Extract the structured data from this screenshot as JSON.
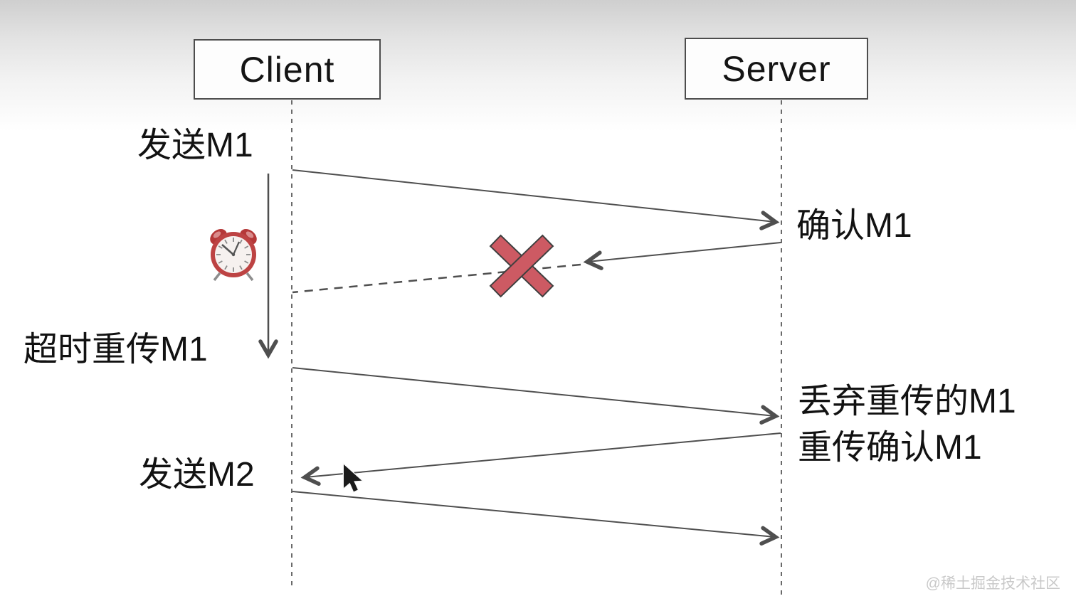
{
  "diagram_type": "sequence-diagram",
  "topic": "TCP timeout retransmission of message M1",
  "actors": [
    {
      "name": "Client"
    },
    {
      "name": "Server"
    }
  ],
  "labels": {
    "send_m1": "发送M1",
    "ack_m1": "确认M1",
    "timeout_retransmit_m1": "超时重传M1",
    "discard_retransmit_m1": "丢弃重传的M1",
    "retransmit_ack_m1": "重传确认M1",
    "send_m2": "发送M2"
  },
  "messages": [
    {
      "from": "Client",
      "to": "Server",
      "label": "发送M1",
      "line_style": "solid",
      "lost": false
    },
    {
      "from": "Server",
      "to": "Client",
      "label": "确认M1",
      "line_style": "solid-then-dashed",
      "lost": true
    },
    {
      "from": "Client",
      "to": "Server",
      "label": "超时重传M1",
      "line_style": "solid",
      "lost": false
    },
    {
      "from": "Server",
      "to": "Client",
      "label": "重传确认M1",
      "line_style": "solid",
      "lost": false
    },
    {
      "from": "Client",
      "to": "Server",
      "label": "发送M2",
      "line_style": "solid",
      "lost": false
    }
  ],
  "icons": {
    "timer": "alarm-clock-icon",
    "lost_marker": "lost-x-icon",
    "pointer": "cursor-icon"
  },
  "colors": {
    "line": "#4f4f4f",
    "lifeline": "#6a6a6a",
    "box_border": "#4d4d4d",
    "text": "#121212",
    "lost_x_fill": "#cd5a63",
    "lost_x_outline": "#3f3f3f",
    "clock_red": "#b53838",
    "watermark": "#c9c9c9",
    "background_top": "#cfcfcf",
    "background_bottom": "#ffffff"
  },
  "watermark": "@稀土掘金技术社区"
}
